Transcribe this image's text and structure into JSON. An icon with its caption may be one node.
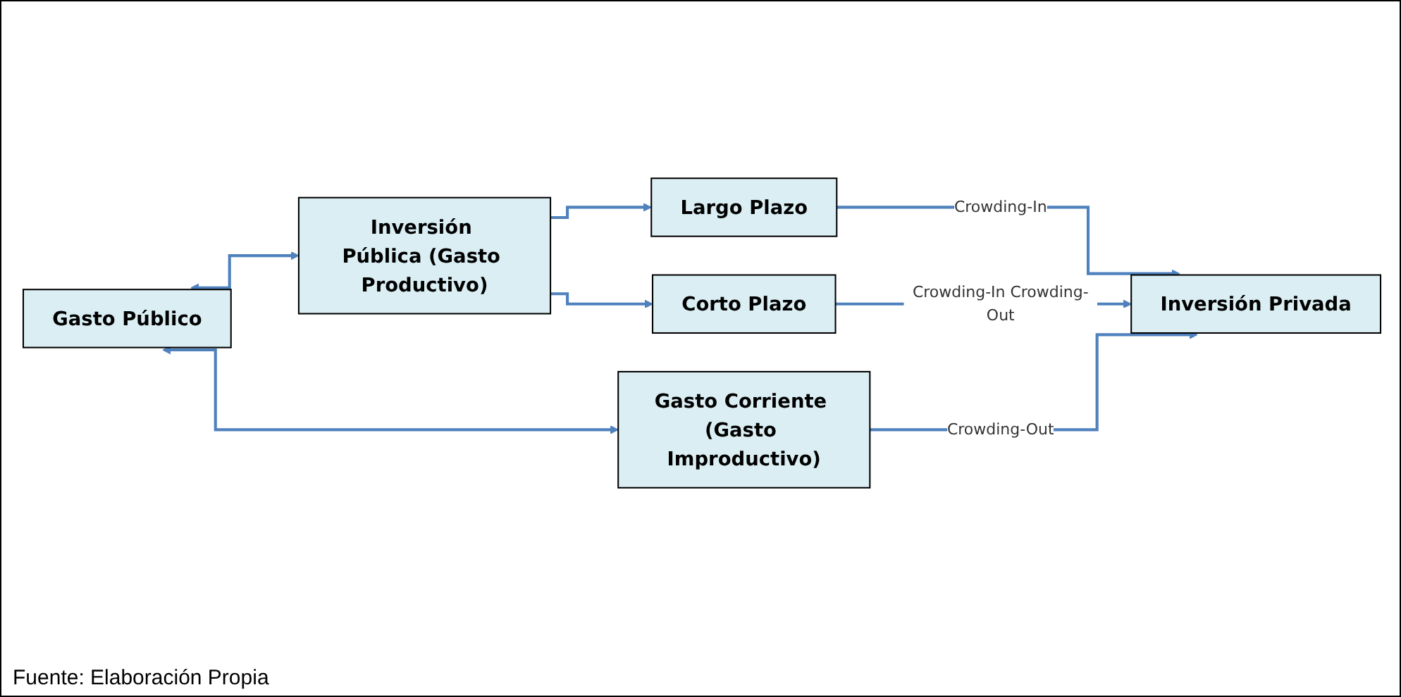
{
  "diagram": {
    "caption": "Fuente: Elaboración Propia",
    "nodes": [
      {
        "text": [
          "Gasto Público"
        ]
      },
      {
        "text": [
          "Inversión Pública (Gasto Productivo)"
        ]
      },
      {
        "text": [
          "Largo Plazo"
        ]
      },
      {
        "text": [
          "Corto Plazo"
        ]
      },
      {
        "text": [
          "Gasto Corriente (Gasto Improductivo)"
        ]
      },
      {
        "text": [
          "Inversión Privada"
        ]
      }
    ],
    "edges": [
      {
        "from": 0,
        "to": 1,
        "arrow": "both"
      },
      {
        "from": 0,
        "to": 4,
        "arrow": "both"
      },
      {
        "from": 1,
        "to": 2,
        "arrow": "to"
      },
      {
        "from": 1,
        "to": 3,
        "arrow": "to"
      },
      {
        "from": 2,
        "to": 5,
        "arrow": "to",
        "label": "Crowding-In"
      },
      {
        "from": 3,
        "to": 5,
        "arrow": "to",
        "label": "Crowding-In Crowding-Out"
      },
      {
        "from": 4,
        "to": 5,
        "arrow": "to",
        "label": "Crowding-Out"
      }
    ]
  }
}
